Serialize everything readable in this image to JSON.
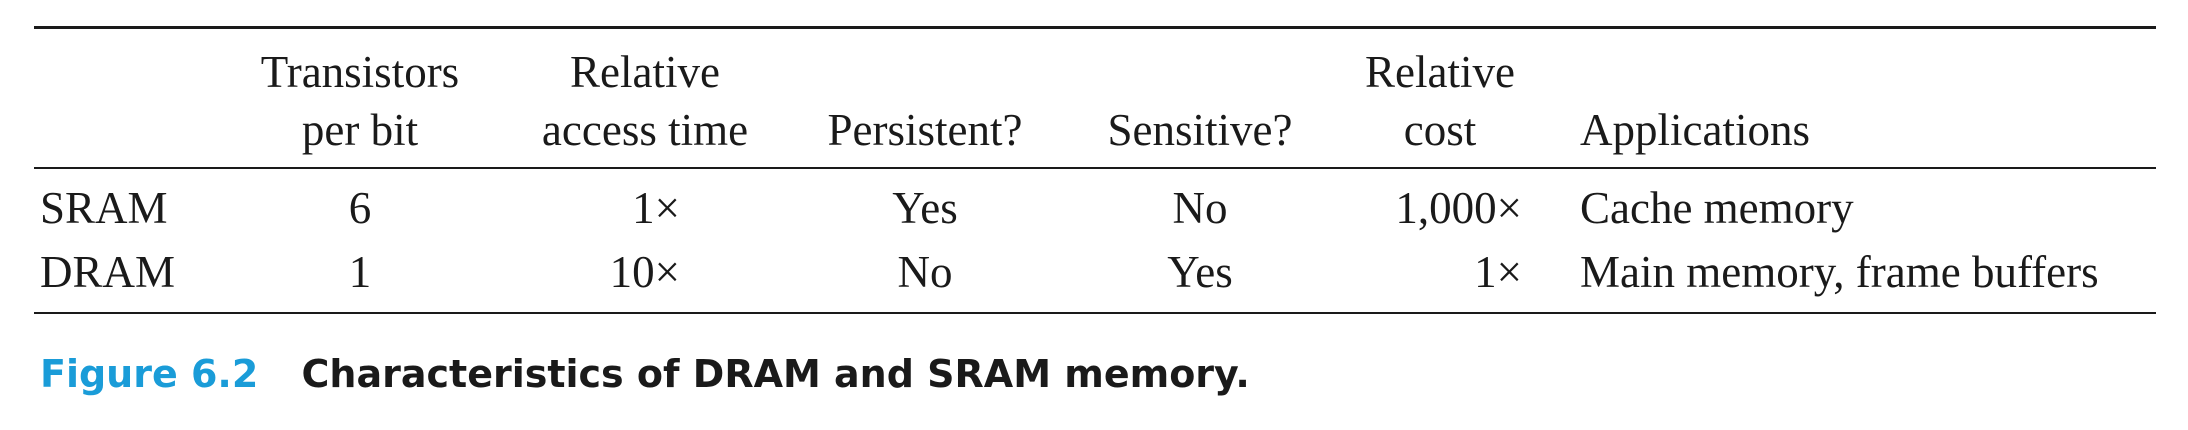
{
  "table": {
    "headers": [
      {
        "line1": "",
        "line2": ""
      },
      {
        "line1": "Transistors",
        "line2": "per bit"
      },
      {
        "line1": "Relative",
        "line2": "access time"
      },
      {
        "line1": "",
        "line2": "Persistent?"
      },
      {
        "line1": "",
        "line2": "Sensitive?"
      },
      {
        "line1": "Relative",
        "line2": "cost"
      },
      {
        "line1": "",
        "line2": "Applications"
      }
    ],
    "rows": [
      {
        "type": "SRAM",
        "transistors": "6",
        "access_time": "1×",
        "persistent": "Yes",
        "sensitive": "No",
        "cost": "1,000×",
        "applications": "Cache memory"
      },
      {
        "type": "DRAM",
        "transistors": "1",
        "access_time": "10×",
        "persistent": "No",
        "sensitive": "Yes",
        "cost": "1×",
        "applications": "Main memory, frame buffers"
      }
    ]
  },
  "caption": {
    "number": "Figure 6.2",
    "text": "Characteristics of DRAM and SRAM memory."
  },
  "colors": {
    "caption_number": "#1a9cd8",
    "rule": "#1a1a1a"
  }
}
